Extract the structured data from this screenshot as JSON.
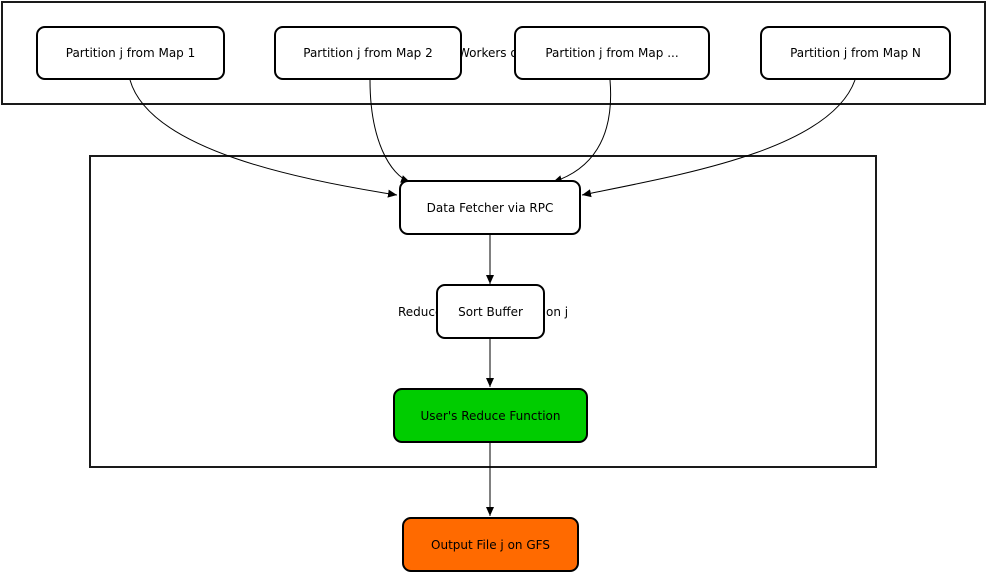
{
  "groups": {
    "map_workers": {
      "label": "Workers o"
    },
    "reduce_worker": {
      "label_left": "Reduce",
      "label_right": "on j"
    }
  },
  "nodes": {
    "partition_map_1": "Partition j from Map 1",
    "partition_map_2": "Partition j from Map 2",
    "partition_map_dots": "Partition j from Map ...",
    "partition_map_n": "Partition j from Map N",
    "data_fetcher": "Data Fetcher via RPC",
    "sort_buffer": "Sort Buffer",
    "reduce_function": "User's Reduce Function",
    "output_file": "Output File j on GFS"
  },
  "colors": {
    "reduce_function_fill": "#00cc00",
    "output_file_fill": "#ff6a00",
    "stroke": "#000000"
  },
  "edges": [
    {
      "from": "partition_map_1",
      "to": "data_fetcher"
    },
    {
      "from": "partition_map_2",
      "to": "data_fetcher"
    },
    {
      "from": "partition_map_dots",
      "to": "data_fetcher"
    },
    {
      "from": "partition_map_n",
      "to": "data_fetcher"
    },
    {
      "from": "data_fetcher",
      "to": "sort_buffer"
    },
    {
      "from": "sort_buffer",
      "to": "reduce_function"
    },
    {
      "from": "reduce_function",
      "to": "output_file"
    }
  ]
}
